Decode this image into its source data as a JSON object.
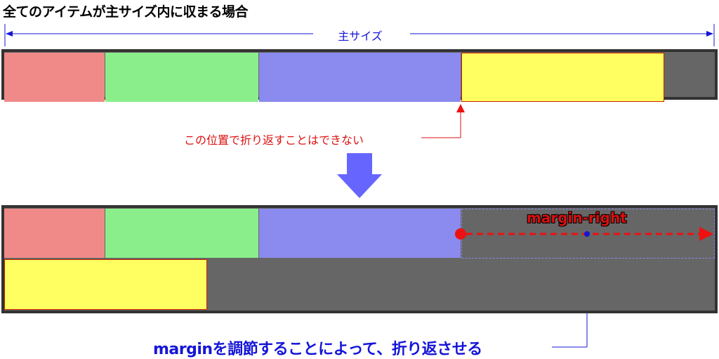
{
  "title": "全てのアイテムが主サイズ内に収まる場合",
  "main_size_label": "主サイズ",
  "note_cannot_wrap": "この位置で折り返すことはできない",
  "margin_label": "margin-right",
  "note_margin": "marginを調節することによって、折り返させる",
  "colors": {
    "container": "#666666",
    "container_border": "#333333",
    "item_red": "#ef8a89",
    "item_green": "#8aef8a",
    "item_blue": "#8a8aef",
    "item_yellow": "#ffff61",
    "accent_blue": "#1515d8",
    "accent_red": "#dd1111",
    "arrow_down": "#6666ff"
  },
  "icons": [
    "down-arrow-icon",
    "dimension-arrow-icon",
    "margin-arrow-icon"
  ]
}
